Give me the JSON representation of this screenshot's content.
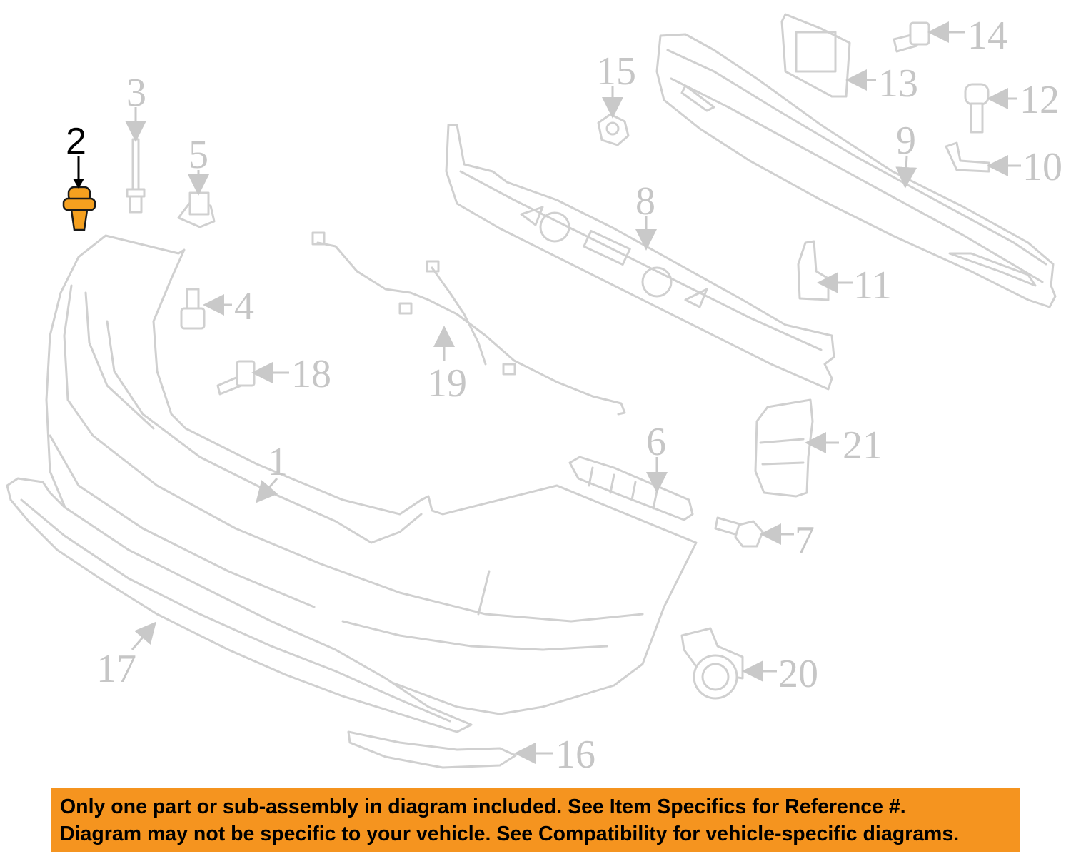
{
  "diagram": {
    "highlighted_part": "2",
    "highlight_color": "#f5a01f",
    "parts": [
      {
        "id": "p1",
        "label": "1"
      },
      {
        "id": "p2",
        "label": "2"
      },
      {
        "id": "p3",
        "label": "3"
      },
      {
        "id": "p4",
        "label": "4"
      },
      {
        "id": "p5",
        "label": "5"
      },
      {
        "id": "p6",
        "label": "6"
      },
      {
        "id": "p7",
        "label": "7"
      },
      {
        "id": "p8",
        "label": "8"
      },
      {
        "id": "p9",
        "label": "9"
      },
      {
        "id": "p10",
        "label": "10"
      },
      {
        "id": "p11",
        "label": "11"
      },
      {
        "id": "p12",
        "label": "12"
      },
      {
        "id": "p13",
        "label": "13"
      },
      {
        "id": "p14",
        "label": "14"
      },
      {
        "id": "p15",
        "label": "15"
      },
      {
        "id": "p16",
        "label": "16"
      },
      {
        "id": "p17",
        "label": "17"
      },
      {
        "id": "p18",
        "label": "18"
      },
      {
        "id": "p19",
        "label": "19"
      },
      {
        "id": "p20",
        "label": "20"
      },
      {
        "id": "p21",
        "label": "21"
      }
    ]
  },
  "banner": {
    "background": "#f5941f",
    "line1": "Only one part or sub-assembly in diagram included. See Item Specifics for Reference #.",
    "line2": "Diagram may not be specific to your vehicle. See Compatibility for vehicle-specific diagrams."
  }
}
